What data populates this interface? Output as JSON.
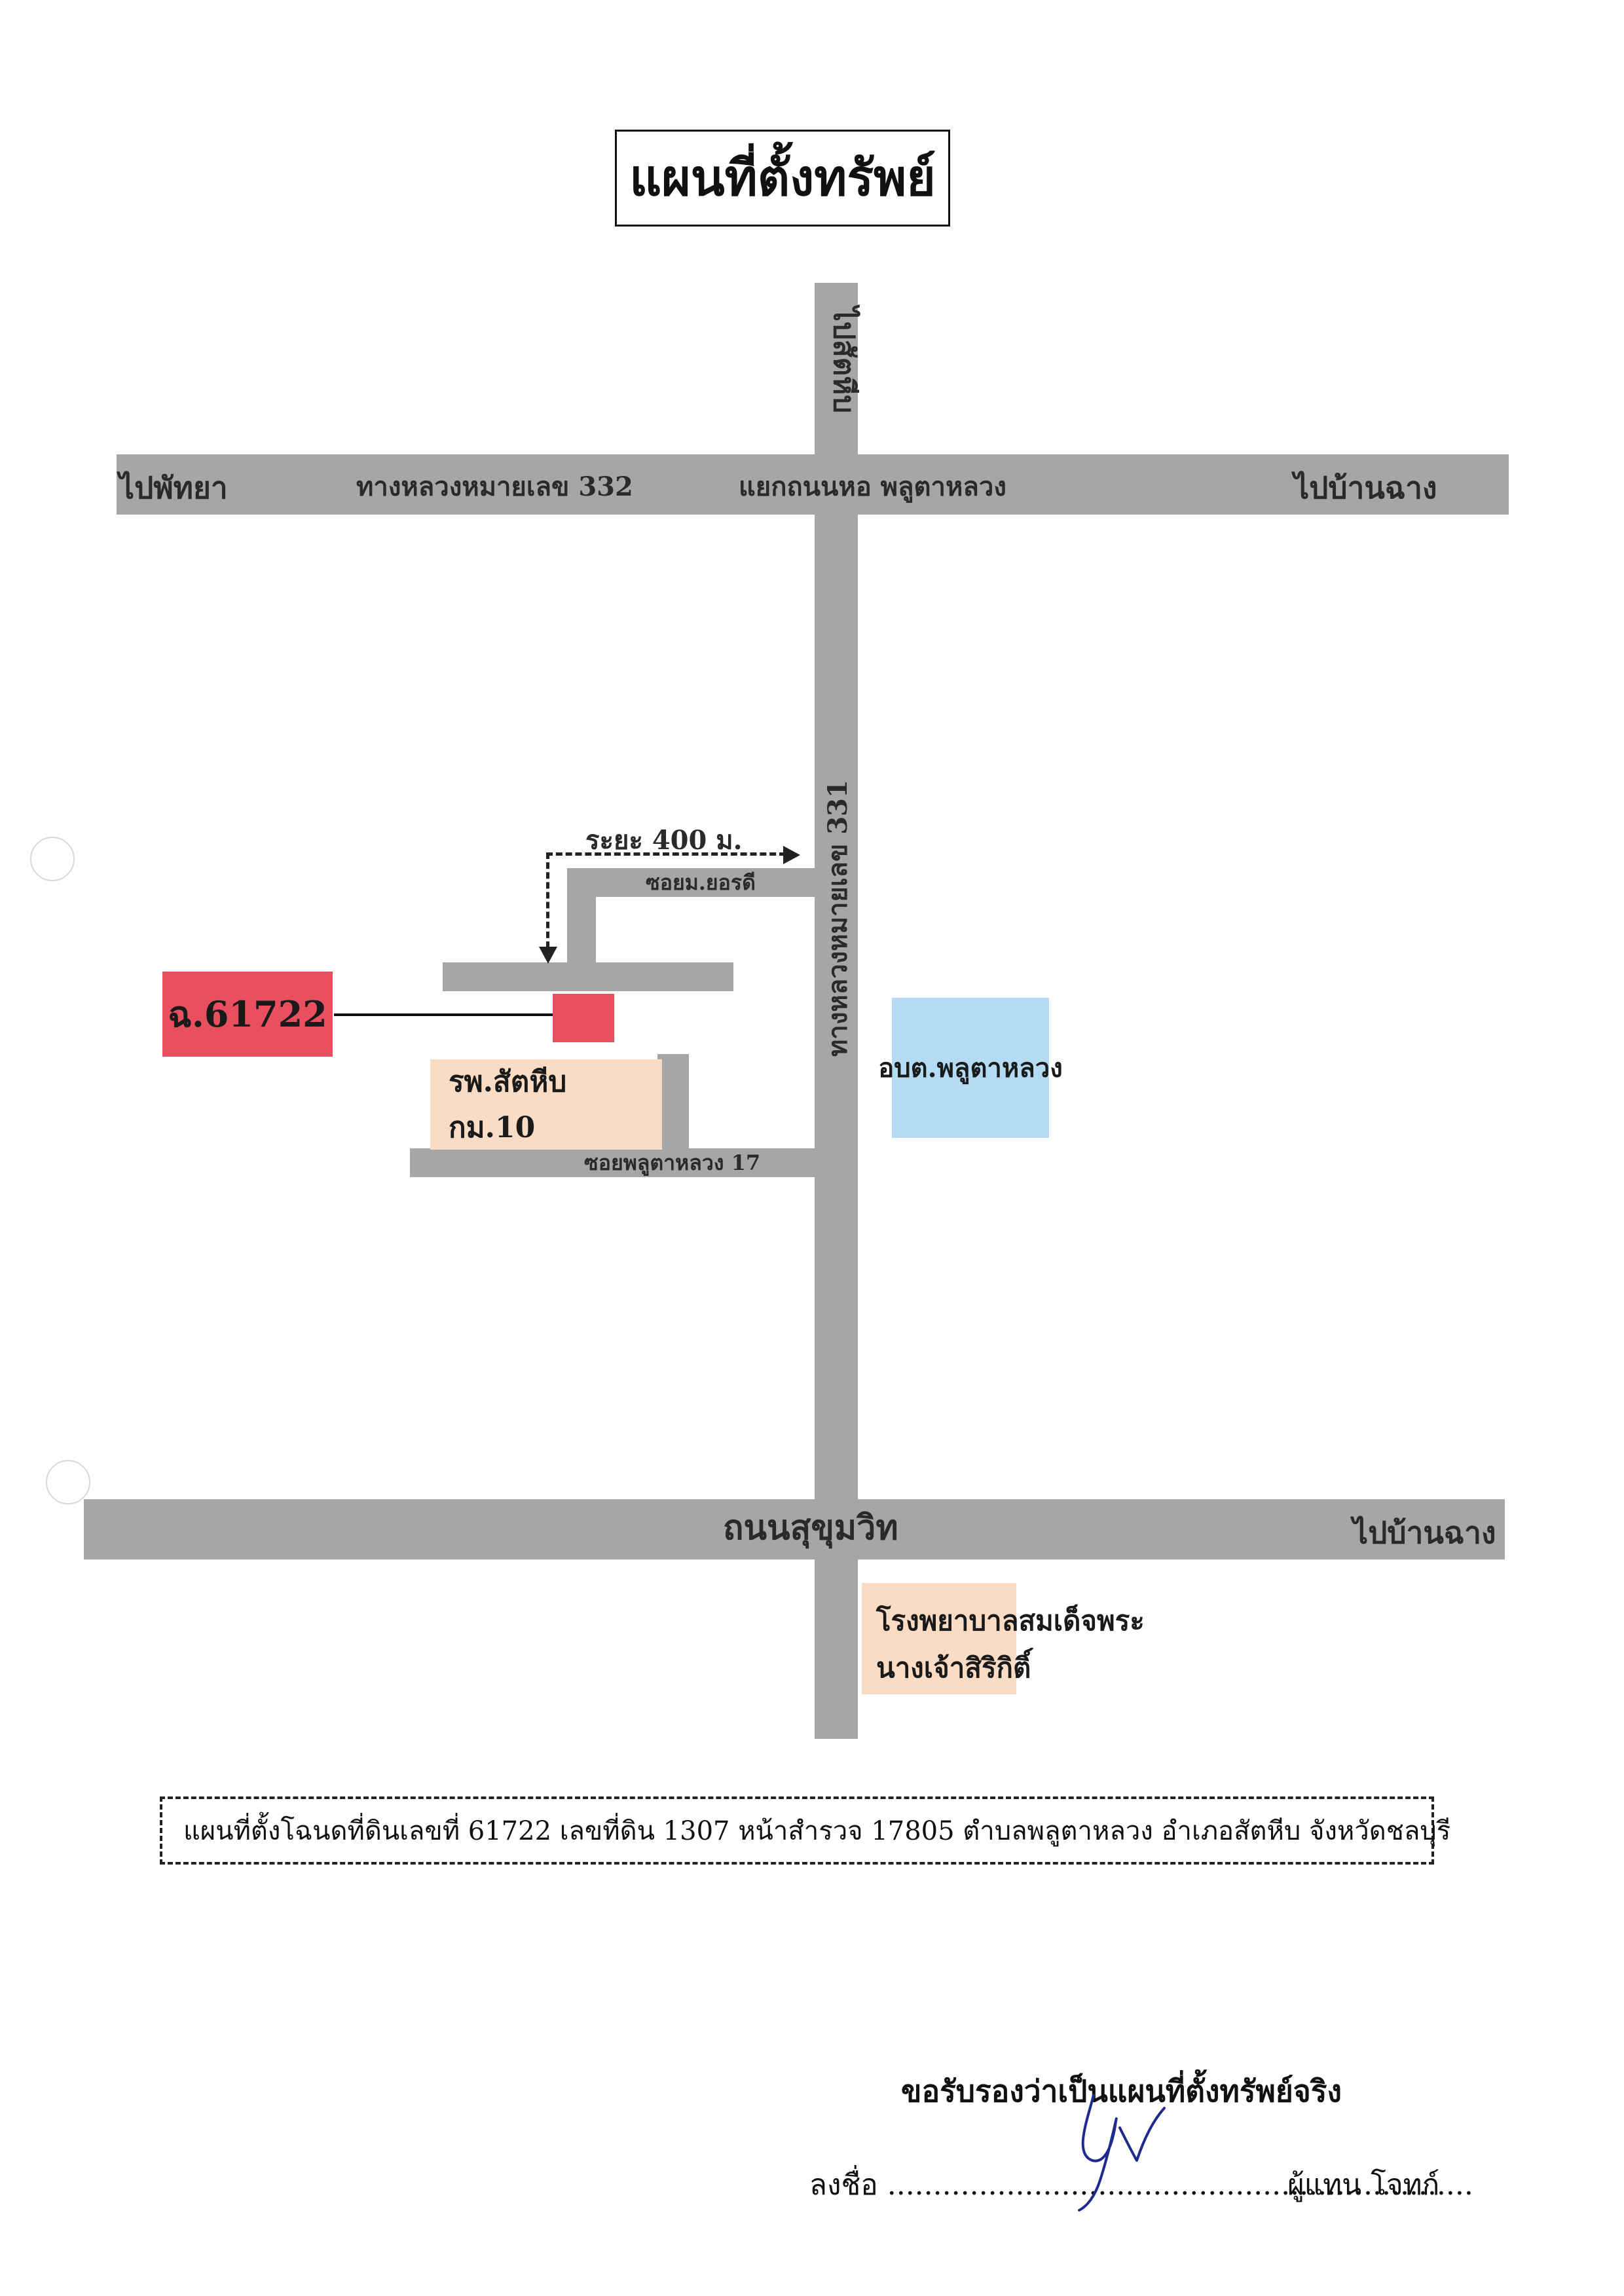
{
  "title": "แผนที่ตั้งทรัพย์",
  "roads": {
    "top_left_direction": "ไปพัทยา",
    "top_road_name": "ทางหลวงหมายเลข 332",
    "top_junction": "แยกถนนหอ พลูตาหลวง",
    "top_right_direction": "ไปบ้านฉาง",
    "north_direction": "ไปสัตหีบ",
    "main_vertical": "ทางหลวงหมายเลข 331",
    "soi_upper": "ซอยม.ยอรดี",
    "soi_lower": "ซอยพลูตาหลวง 17",
    "bottom_road_name": "ถนนสุขุมวิท",
    "bottom_right_direction": "ไปบ้านฉาง"
  },
  "distance_label": "ระยะ 400 ม.",
  "deed_label": "ฉ.61722",
  "landmarks": {
    "hospital10": "รพ.สัตหีบ กม.10",
    "obt": "อบต.พลูตาหลวง",
    "queen_hospital_line1": "โรงพยาบาลสมเด็จพระ",
    "queen_hospital_line2": "นางเจ้าสิริกิติ์"
  },
  "caption": "แผนที่ตั้งโฉนดที่ดินเลขที่  61722  เลขที่ดิน  1307  หน้าสำรวจ  17805  ตำบลพลูตาหลวง อำเภอสัตหีบ จังหวัดชลบุรี",
  "certification": "ขอรับรองว่าเป็นแผนที่ตั้งทรัพย์จริง",
  "signature_line": "ลงชื่อ ................................................................",
  "signer_role": "ผู้แทน โจทก์",
  "colors": {
    "road": "#a6a6a6",
    "deed": "#e8505f",
    "hospital": "#f9dcc3",
    "obt": "#b3dbf4",
    "signature_ink": "#1f2a8c"
  }
}
